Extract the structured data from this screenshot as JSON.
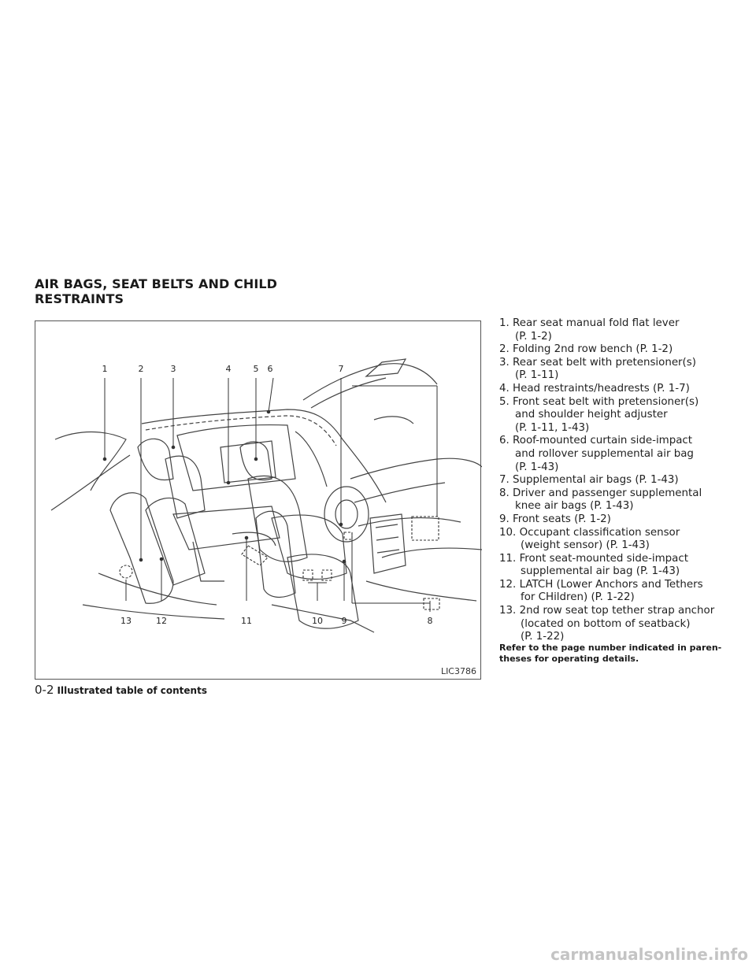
{
  "section_title": "AIR BAGS, SEAT BELTS AND CHILD RESTRAINTS",
  "figure": {
    "id": "LIC3786",
    "callouts_top": [
      "1",
      "2",
      "3",
      "4",
      "5",
      "6",
      "7"
    ],
    "callouts_bottom": [
      "13",
      "12",
      "11",
      "10",
      "9",
      "8"
    ]
  },
  "items": [
    {
      "num": "1.",
      "lines": [
        "Rear seat manual fold flat lever",
        "(P. 1-2)"
      ]
    },
    {
      "num": "2.",
      "lines": [
        "Folding 2nd row bench (P. 1-2)"
      ]
    },
    {
      "num": "3.",
      "lines": [
        "Rear seat belt with pretensioner(s)",
        "(P. 1-11)"
      ]
    },
    {
      "num": "4.",
      "lines": [
        "Head restraints/headrests (P. 1-7)"
      ]
    },
    {
      "num": "5.",
      "lines": [
        "Front seat belt with pretensioner(s)",
        "and shoulder height adjuster",
        "(P. 1-11, 1-43)"
      ]
    },
    {
      "num": "6.",
      "lines": [
        "Roof-mounted curtain side-impact",
        "and rollover supplemental air bag",
        "(P. 1-43)"
      ]
    },
    {
      "num": "7.",
      "lines": [
        "Supplemental air bags (P. 1-43)"
      ]
    },
    {
      "num": "8.",
      "lines": [
        "Driver and passenger supplemental",
        "knee air bags (P. 1-43)"
      ]
    },
    {
      "num": "9.",
      "lines": [
        "Front seats (P. 1-2)"
      ]
    },
    {
      "num": "10.",
      "lines": [
        "Occupant classification sensor",
        "(weight sensor) (P. 1-43)"
      ]
    },
    {
      "num": "11.",
      "lines": [
        "Front seat-mounted side-impact",
        "supplemental air bag (P. 1-43)"
      ]
    },
    {
      "num": "12.",
      "lines": [
        "LATCH (Lower Anchors and Tethers",
        "for CHildren) (P. 1-22)"
      ]
    },
    {
      "num": "13.",
      "lines": [
        "2nd row seat top tether strap anchor",
        "(located on bottom of seatback)",
        "(P. 1-22)"
      ]
    }
  ],
  "note": "Refer to the page number indicated in paren-theses for operating details.",
  "footer": {
    "page": "0-2",
    "title": "Illustrated table of contents"
  },
  "watermark": "carmanualsonline.info"
}
